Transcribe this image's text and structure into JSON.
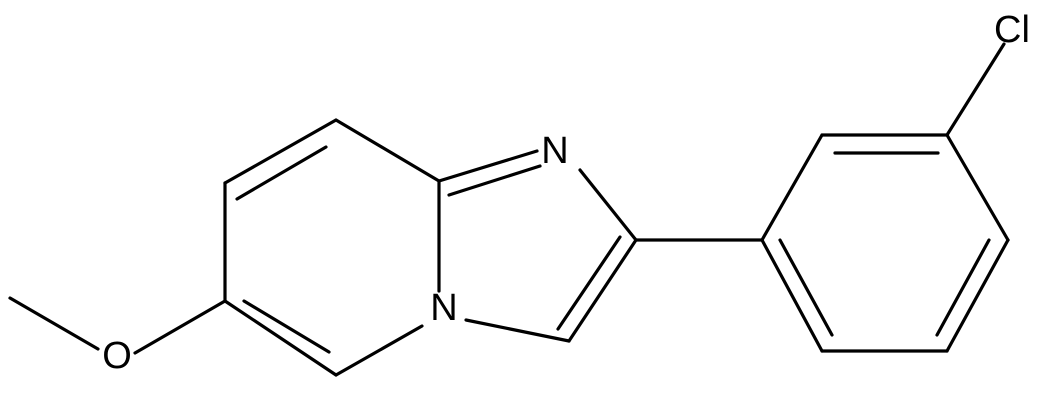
{
  "structure": {
    "atom_labels": {
      "methoxy_oxygen": "O",
      "bridgehead_nitrogen": "N",
      "imine_nitrogen": "N",
      "chlorine": "Cl"
    }
  }
}
